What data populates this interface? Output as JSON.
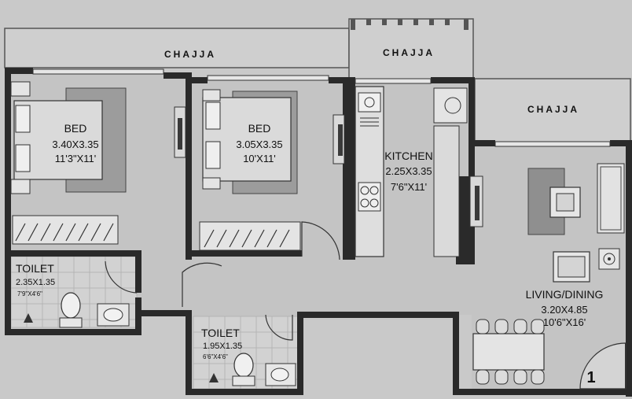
{
  "plan": {
    "chajja_label": "CHAJJA",
    "unit_number": "1",
    "rooms": {
      "bed1": {
        "name": "BED",
        "dim_m": "3.40X3.35",
        "dim_ft": "11'3\"X11'"
      },
      "bed2": {
        "name": "BED",
        "dim_m": "3.05X3.35",
        "dim_ft": "10'X11'"
      },
      "kitchen": {
        "name": "KITCHEN",
        "dim_m": "2.25X3.35",
        "dim_ft": "7'6\"X11'"
      },
      "living": {
        "name": "LIVING/DINING",
        "dim_m": "3.20X4.85",
        "dim_ft": "10'6\"X16'"
      },
      "toilet1": {
        "name": "TOILET",
        "dim_m": "2.35X1.35",
        "dim_ft": "7'9\"X4'6\""
      },
      "toilet2": {
        "name": "TOILET",
        "dim_m": "1.95X1.35",
        "dim_ft": "6'6\"X4'6\""
      }
    }
  }
}
